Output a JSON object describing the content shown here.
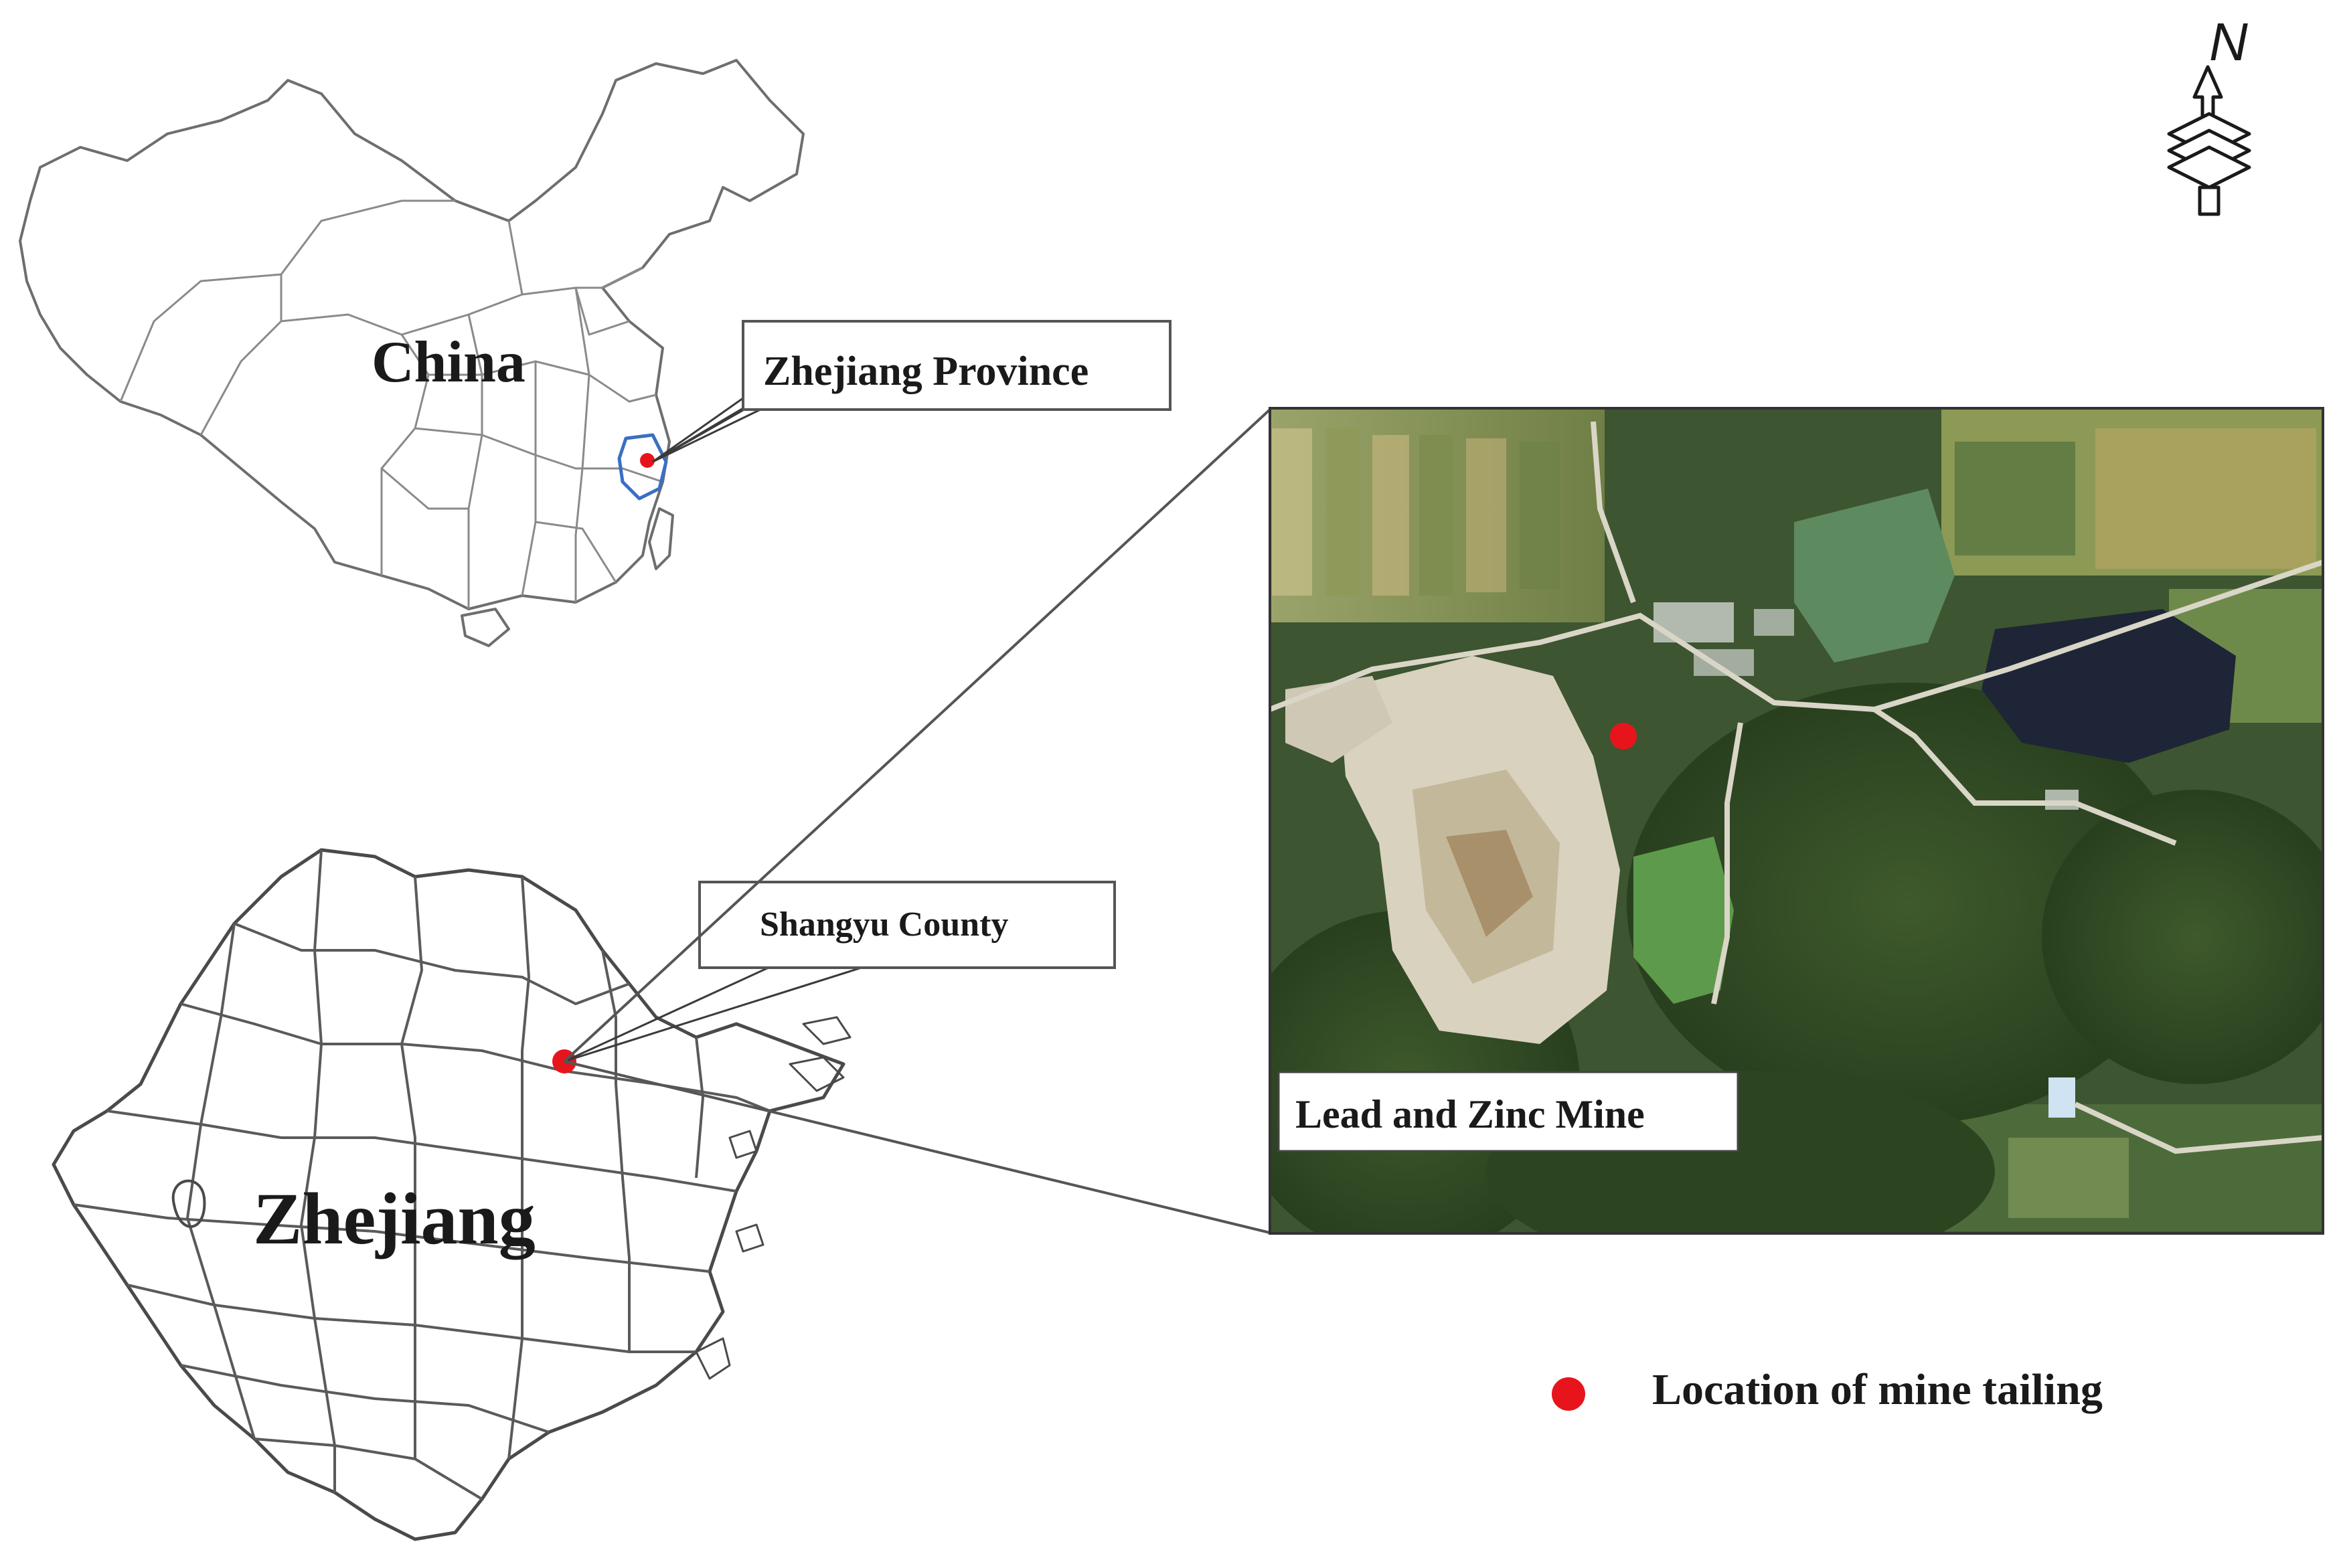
{
  "labels": {
    "china": "China",
    "zhejiang_province": "Zhejiang Province",
    "shangyu_county": "Shangyu County",
    "zhejiang": "Zhejiang",
    "mine": "Lead and Zinc Mine",
    "north": "N"
  },
  "legend": {
    "marker_label": "Location of mine tailing"
  },
  "colors": {
    "marker": "#e8141c",
    "outline": "#6e6e6e",
    "highlight_region": "#3a6fc4",
    "callout_line": "#3a3a3a"
  }
}
